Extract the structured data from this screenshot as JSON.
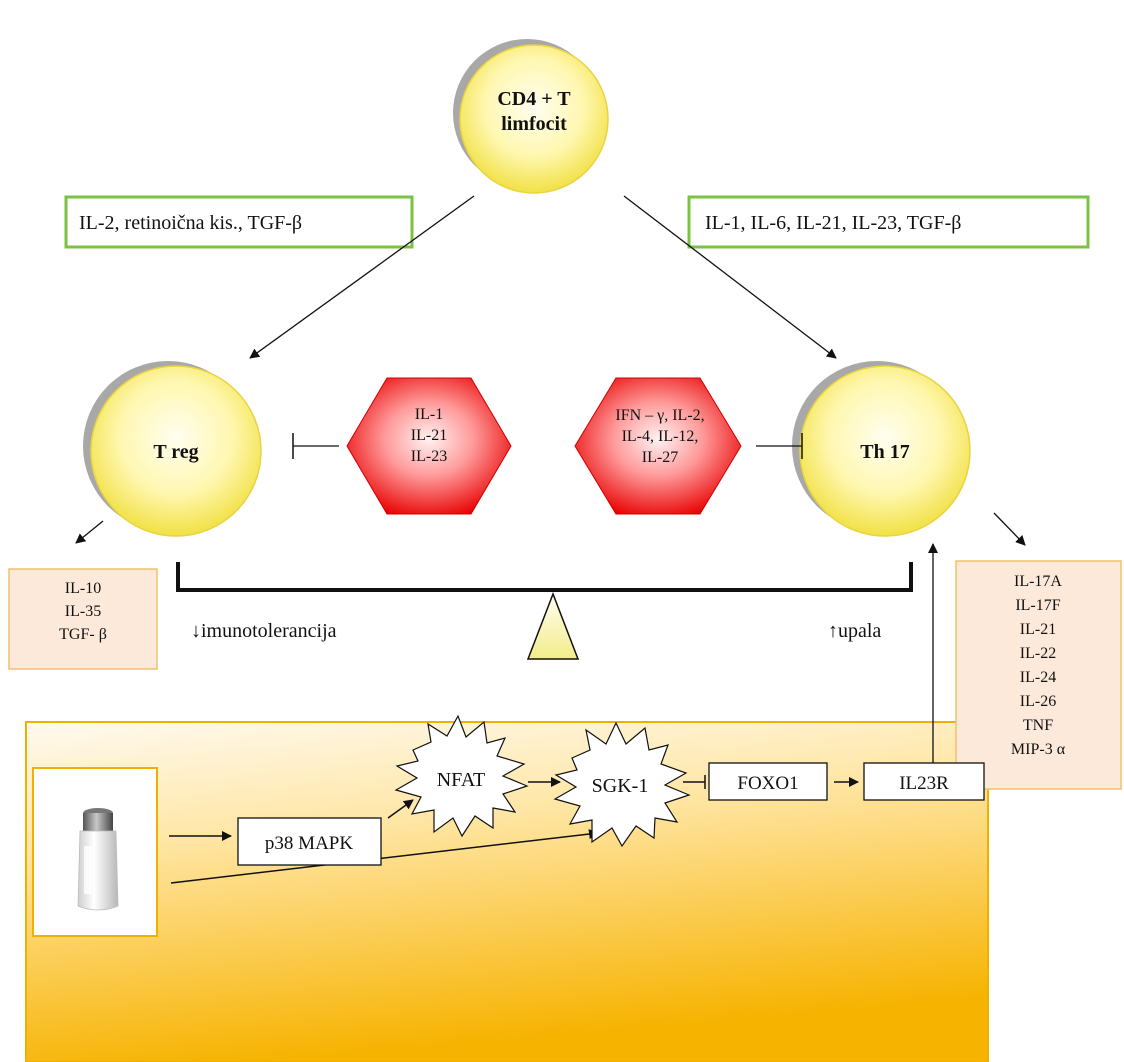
{
  "cells": {
    "cd4": [
      "CD4 + T",
      "limfocit"
    ],
    "treg": "T reg",
    "th17": "Th 17"
  },
  "induction": {
    "treg": "IL-2, retinoična kis., TGF-β",
    "th17": "IL-1, IL-6, IL-21, IL-23, TGF-β"
  },
  "inhibitors": {
    "of_treg": [
      "IL-1",
      "IL-21",
      "IL-23"
    ],
    "of_th17": [
      "IFN – γ, IL-2,",
      "IL-4, IL-12,",
      "IL-27"
    ]
  },
  "outputs": {
    "treg": [
      "IL-10",
      "IL-35",
      "TGF- β"
    ],
    "th17": [
      "IL-17A",
      "IL-17F",
      "IL-21",
      "IL-22",
      "IL-24",
      "IL-26",
      "TNF",
      "MIP-3 α"
    ]
  },
  "balance": {
    "left": "↓imunotolerancija",
    "right": "↑upala"
  },
  "pathway": {
    "p38": "p38 MAPK",
    "nfat": "NFAT",
    "sgk1": "SGK-1",
    "foxo1": "FOXO1",
    "il23r": "IL23R"
  },
  "colors": {
    "cell_center": "#fffde0",
    "cell_edge": "#f2e24a",
    "cell_shadow": "#9c9c9c",
    "box_border": "#7cc242",
    "hexagon_center": "#ffe8e8",
    "hexagon_edge": "#ea0000",
    "output_fill": "#fde9da",
    "output_border": "#f0c070",
    "panel_top": "#fffdf6",
    "panel_bottom": "#f6b400",
    "panel_border": "#f0b000"
  }
}
